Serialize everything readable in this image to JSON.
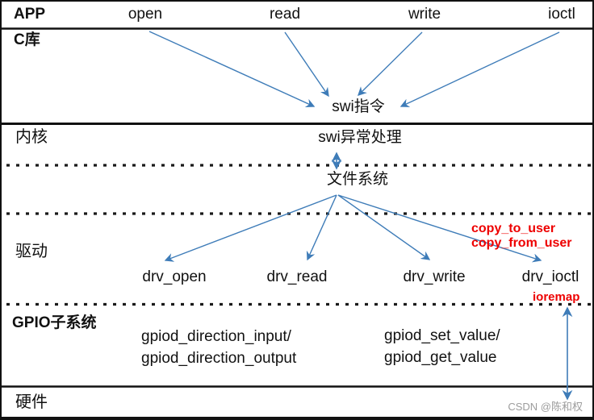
{
  "colors": {
    "arrow_blue": "#3e7cb8",
    "highlight_red": "#ee0000",
    "text_black": "#111111",
    "watermark_gray": "#9c9c9c"
  },
  "layers": {
    "app": {
      "label": "APP",
      "calls": [
        "open",
        "read",
        "write",
        "ioctl"
      ]
    },
    "clib": {
      "label": "C库",
      "swi_instruction": "swi指令"
    },
    "kernel": {
      "label": "内核",
      "swi_handler": "swi异常处理",
      "filesystem": "文件系统"
    },
    "driver": {
      "label": "驱动",
      "copy_to_user": "copy_to_user",
      "copy_from_user": "copy_from_user",
      "functions": [
        "drv_open",
        "drv_read",
        "drv_write",
        "drv_ioctl"
      ],
      "ioremap": "ioremap"
    },
    "gpio": {
      "label": "GPIO子系统",
      "direction_line1": "gpiod_direction_input/",
      "direction_line2": "gpiod_direction_output",
      "value_line1": "gpiod_set_value/",
      "value_line2": "gpiod_get_value"
    },
    "hardware": {
      "label": "硬件"
    }
  },
  "watermark": "CSDN @陈和权"
}
